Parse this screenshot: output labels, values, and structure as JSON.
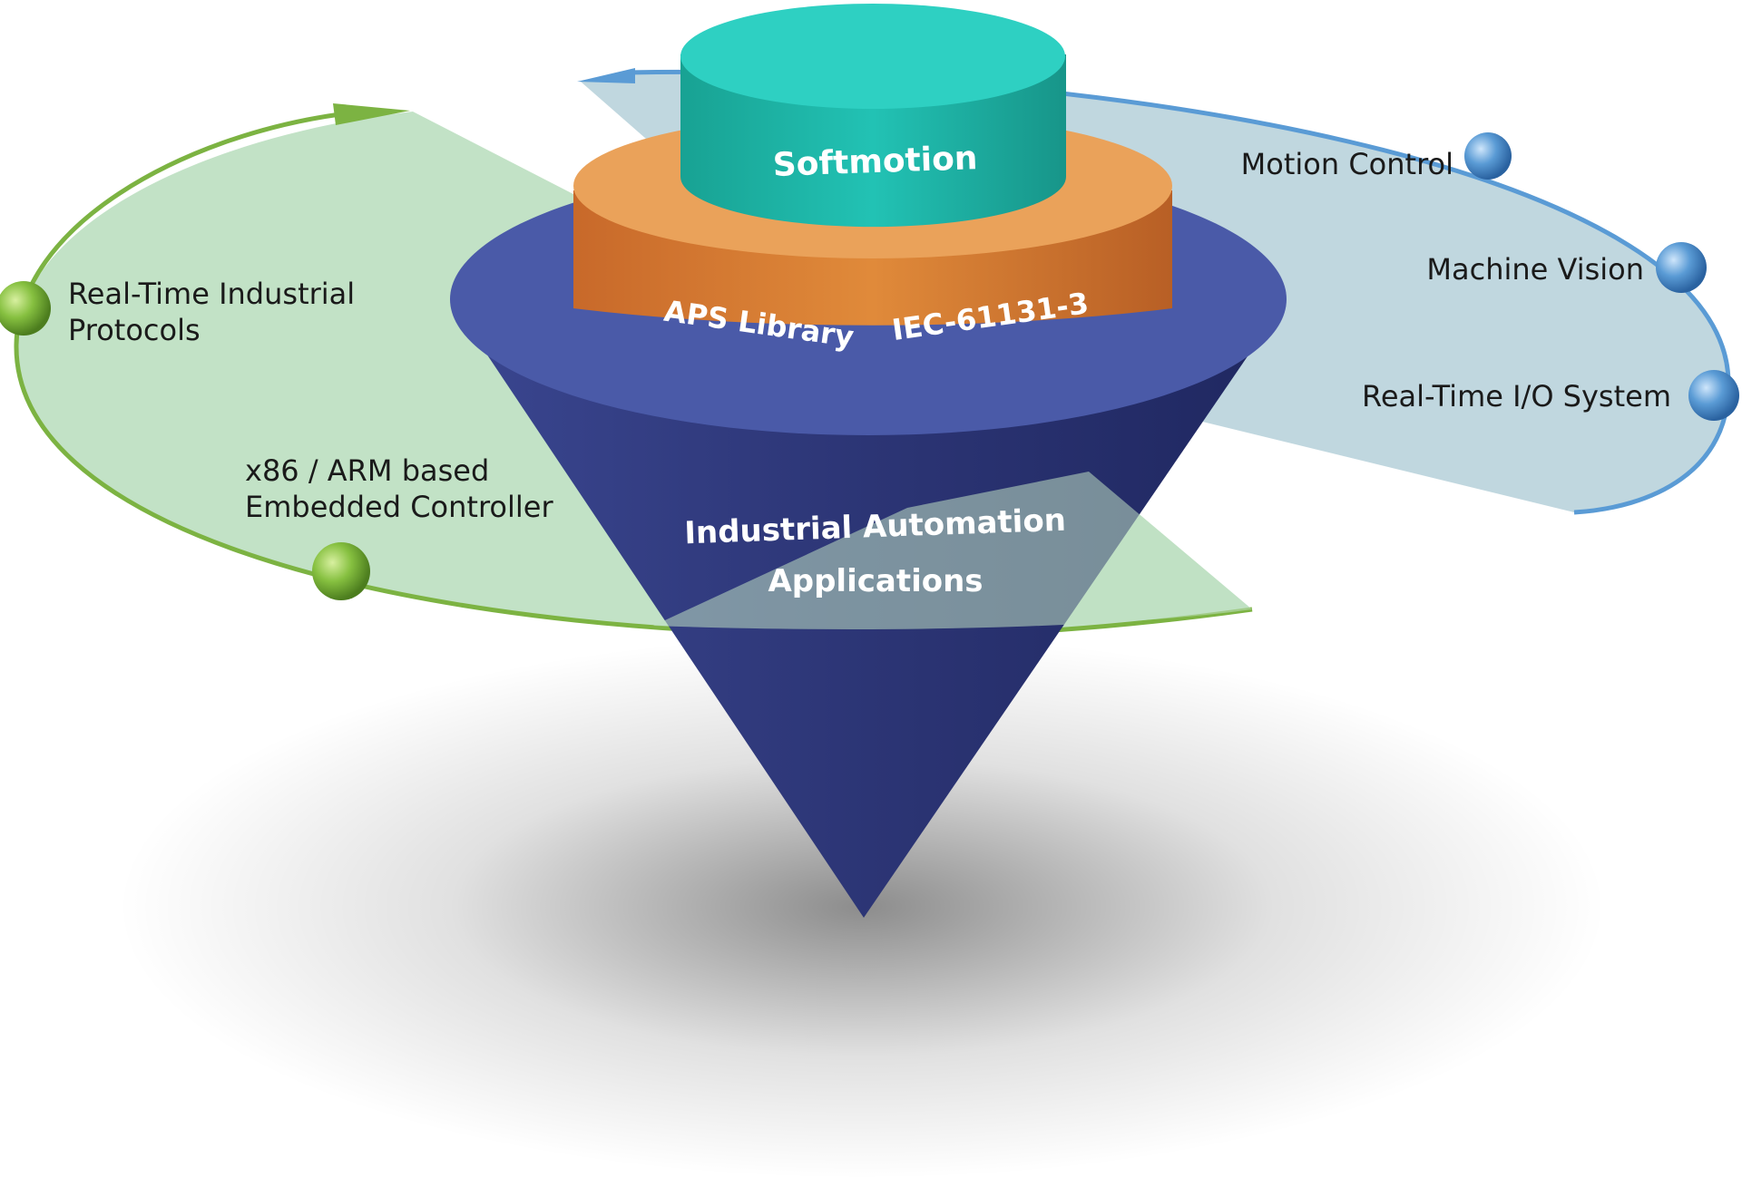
{
  "layers": {
    "top": "Softmotion",
    "middle_left": "APS Library",
    "middle_right": "IEC-61131-3",
    "base_line1": "Industrial Automation",
    "base_line2": "Applications"
  },
  "left_ring": {
    "items": [
      {
        "line1": "Real-Time Industrial",
        "line2": "Protocols"
      },
      {
        "line1": "x86 / ARM based",
        "line2": "Embedded Controller"
      }
    ]
  },
  "right_ring": {
    "items": [
      {
        "label": "Motion Control"
      },
      {
        "label": "Machine Vision"
      },
      {
        "label": "Real-Time I/O System"
      }
    ]
  },
  "colors": {
    "teal": "#22c2b4",
    "orange": "#e08a3a",
    "navy": "#2a3370",
    "green": "#7cb342",
    "blue": "#5a9bd5"
  }
}
